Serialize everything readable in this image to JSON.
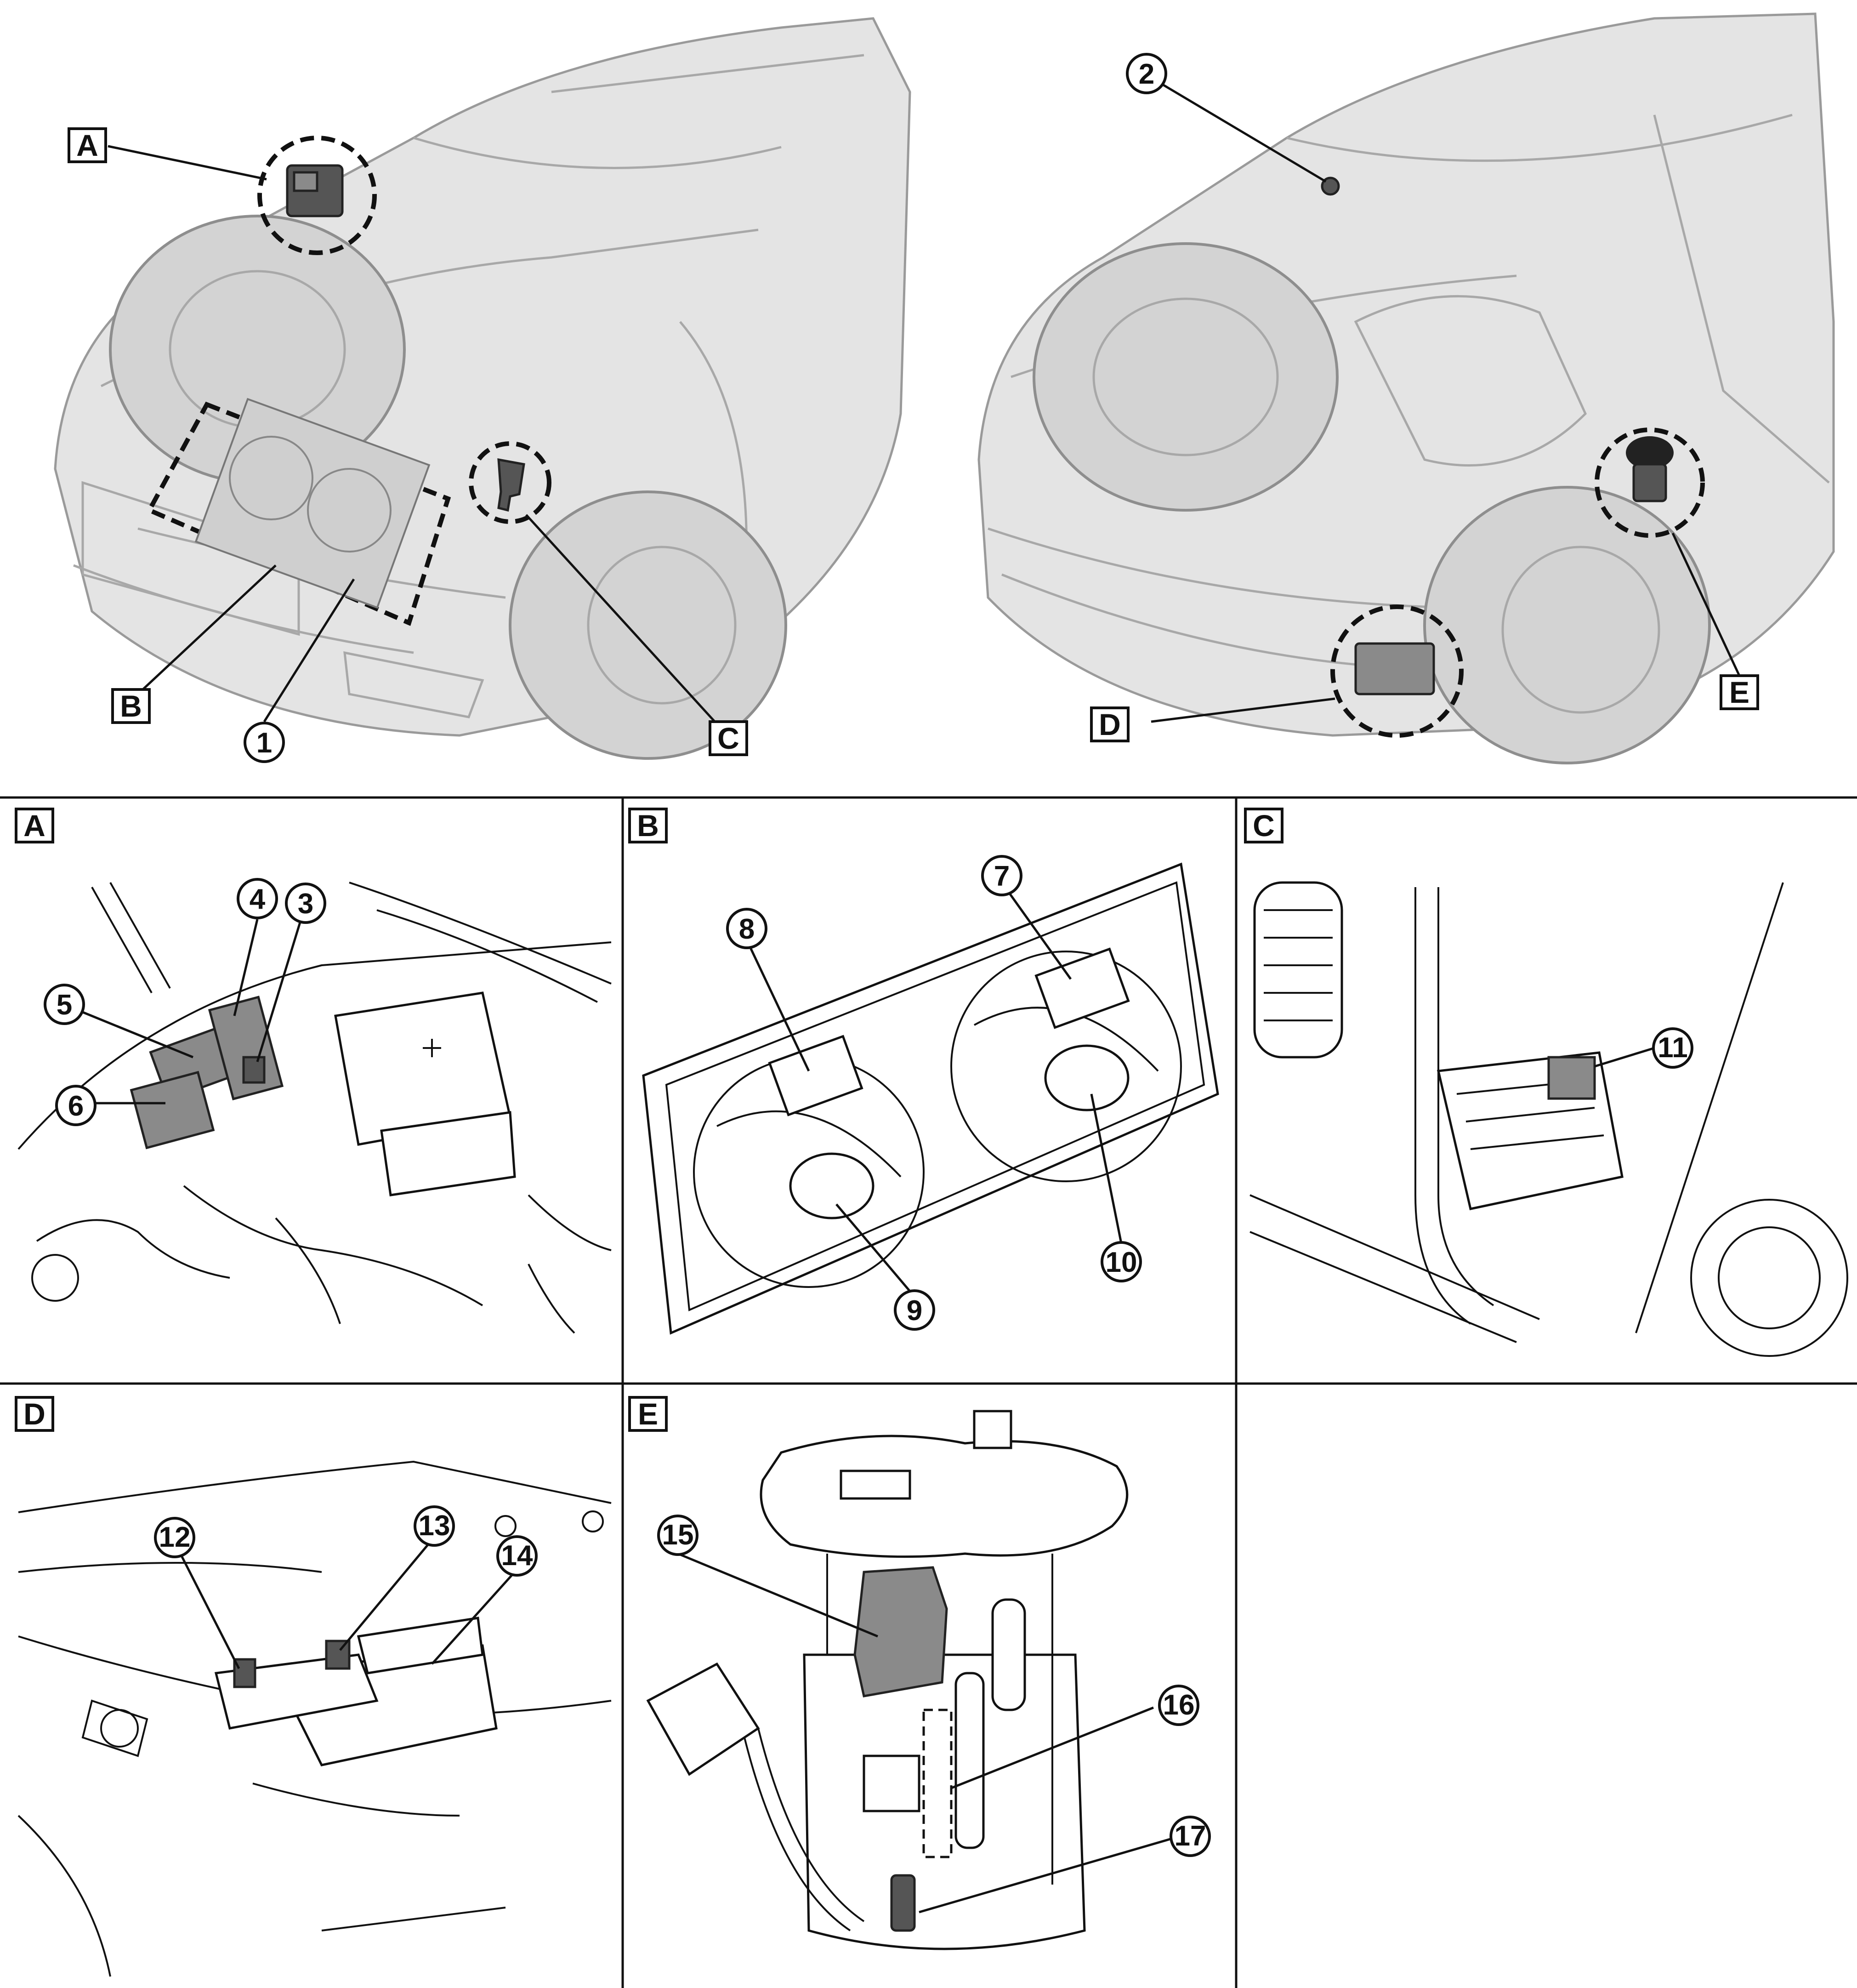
{
  "overview_labels": {
    "box_a": "A",
    "box_b": "B",
    "box_c": "C",
    "box_d": "D",
    "box_e": "E",
    "num_1": "1",
    "num_2": "2"
  },
  "panels": [
    {
      "id": "A",
      "label": "A",
      "callouts": [
        "3",
        "4",
        "5",
        "6"
      ]
    },
    {
      "id": "B",
      "label": "B",
      "callouts": [
        "7",
        "8",
        "9",
        "10"
      ]
    },
    {
      "id": "C",
      "label": "C",
      "callouts": [
        "11"
      ]
    },
    {
      "id": "D",
      "label": "D",
      "callouts": [
        "12",
        "13",
        "14"
      ]
    },
    {
      "id": "E",
      "label": "E",
      "callouts": [
        "15",
        "16",
        "17"
      ]
    }
  ],
  "colors": {
    "line": "#111111",
    "car_body": "#e4e4e4",
    "highlight_part": "#8a8a8a",
    "dark_part": "#555555"
  }
}
